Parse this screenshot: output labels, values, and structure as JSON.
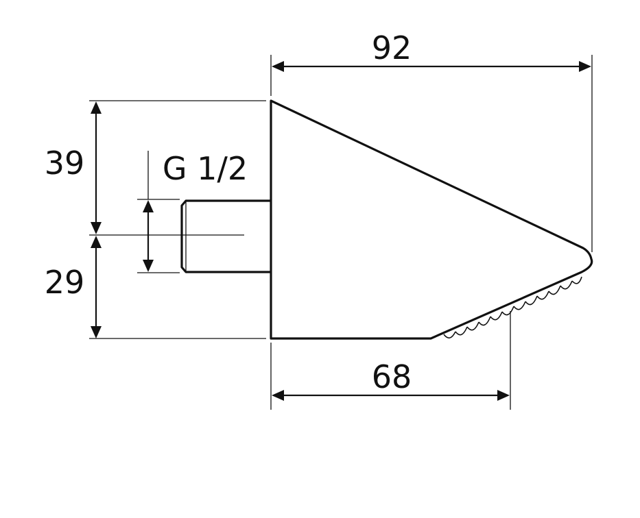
{
  "dimensions": {
    "overall_length": "92",
    "upper_height": "39",
    "lower_height": "29",
    "spray_face_length": "68",
    "thread_size": "G 1/2"
  }
}
